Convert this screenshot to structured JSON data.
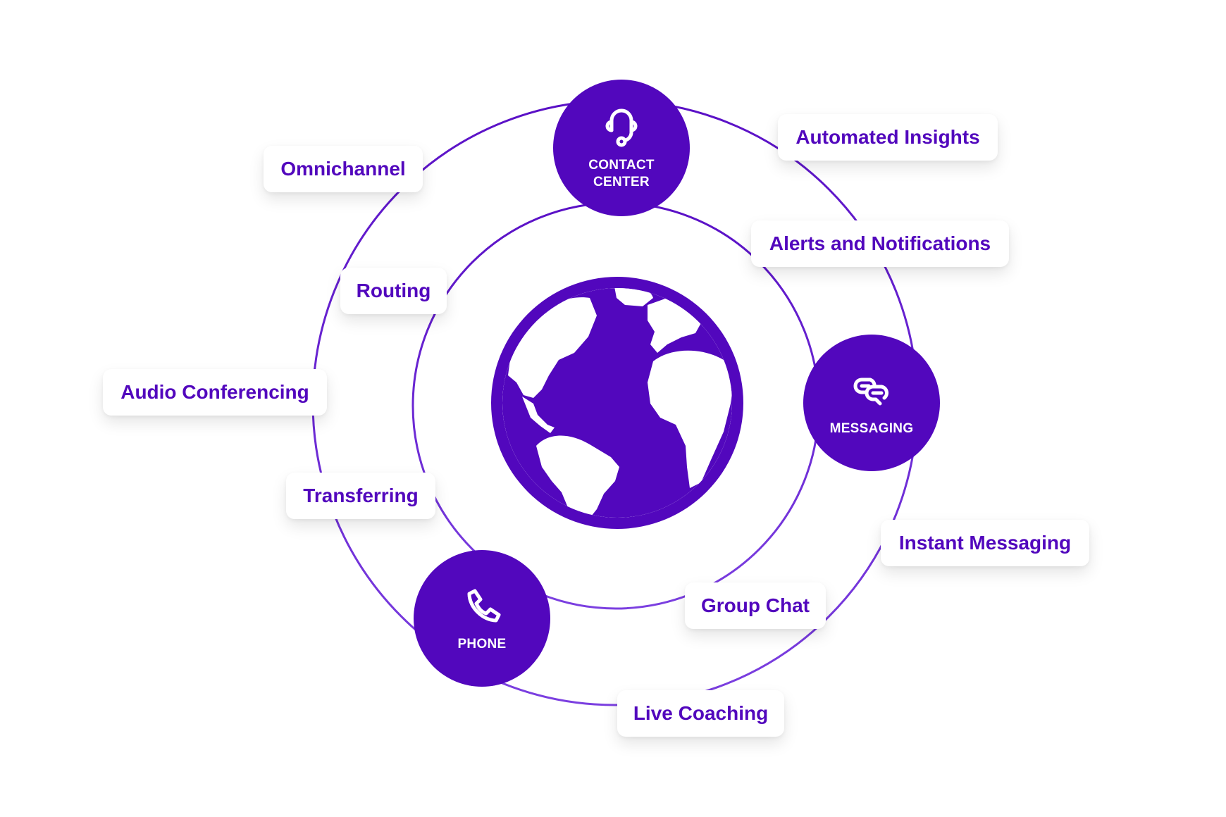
{
  "colors": {
    "primary": "#5207bd",
    "ring_top": "#5a10c6",
    "ring_bottom": "#7b3fe0",
    "pill_bg": "#ffffff",
    "label_text": "#5207bd"
  },
  "center": {
    "icon": "globe-icon",
    "description": "Globe showing the Americas, Europe and Africa"
  },
  "nodes": [
    {
      "id": "contact-center",
      "label": "CONTACT\nCENTER",
      "icon": "headset-icon"
    },
    {
      "id": "messaging",
      "label": "MESSAGING",
      "icon": "chat-bubbles-icon"
    },
    {
      "id": "phone",
      "label": "PHONE",
      "icon": "phone-icon"
    }
  ],
  "features": [
    {
      "label": "Omnichannel"
    },
    {
      "label": "Automated Insights"
    },
    {
      "label": "Alerts and Notifications"
    },
    {
      "label": "Routing"
    },
    {
      "label": "Audio Conferencing"
    },
    {
      "label": "Transferring"
    },
    {
      "label": "Instant Messaging"
    },
    {
      "label": "Group Chat"
    },
    {
      "label": "Live Coaching"
    }
  ]
}
